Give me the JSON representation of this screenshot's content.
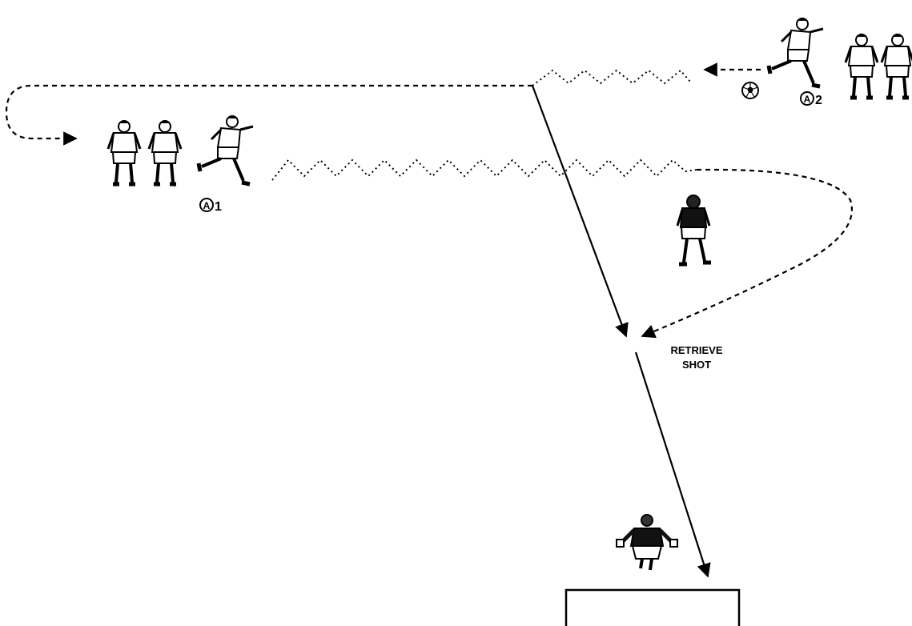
{
  "labels": {
    "retrieve_line1": "RETRIEVE",
    "retrieve_line2": "SHOT",
    "group_a1": "1",
    "group_a2": "2",
    "circle_letter": "A"
  },
  "colors": {
    "ink": "#000000",
    "shirt_attacker": "#ffffff",
    "shirt_keeper": "#111111",
    "background": "#ffffff"
  },
  "players": {
    "group_a1": {
      "count": 3,
      "role": "attackers-waiting"
    },
    "group_a2": {
      "count": 3,
      "role": "attackers-waiting"
    },
    "defender": {
      "count": 1,
      "role": "defender"
    },
    "goalkeeper": {
      "count": 1,
      "role": "goalkeeper"
    }
  },
  "icons": {
    "ball": "soccer-ball-icon"
  }
}
